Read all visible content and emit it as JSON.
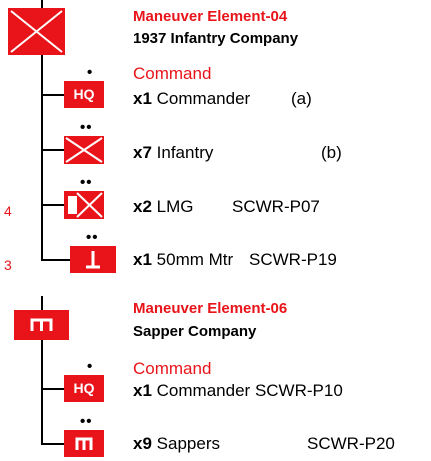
{
  "colors": {
    "red": "#e8141a",
    "line": "#000000",
    "white": "#ffffff"
  },
  "edge_labels": [
    "4",
    "3"
  ],
  "element_04": {
    "title": "Maneuver Element-04",
    "subtitle": "1937 Infantry Company",
    "command_label": "Command",
    "hq_icon_text": "HQ",
    "size_dot": "•",
    "rows": [
      {
        "qty": "x1",
        "name": "Commander",
        "extra": "(a)",
        "icon": "hq-icon",
        "dots": "•"
      },
      {
        "qty": "x7",
        "name": "Infantry",
        "extra": "(b)",
        "icon": "infantry-icon",
        "dots": "••"
      },
      {
        "qty": "x2",
        "name": "LMG",
        "extra": "SCWR-P07",
        "icon": "lmg-icon",
        "dots": "••"
      },
      {
        "qty": "x1",
        "name": "50mm Mtr",
        "extra": "SCWR-P19",
        "icon": "mortar-icon",
        "dots": "••"
      }
    ]
  },
  "element_06": {
    "title": "Maneuver Element-06",
    "subtitle": "Sapper Company",
    "command_label": "Command",
    "hq_icon_text": "HQ",
    "rows": [
      {
        "qty": "x1",
        "name": "Commander",
        "extra": "SCWR-P10",
        "icon": "hq-icon",
        "dots": "•"
      },
      {
        "qty": "x9",
        "name": "Sappers",
        "extra": "SCWR-P20",
        "icon": "sapper-icon",
        "dots": "••"
      }
    ]
  }
}
